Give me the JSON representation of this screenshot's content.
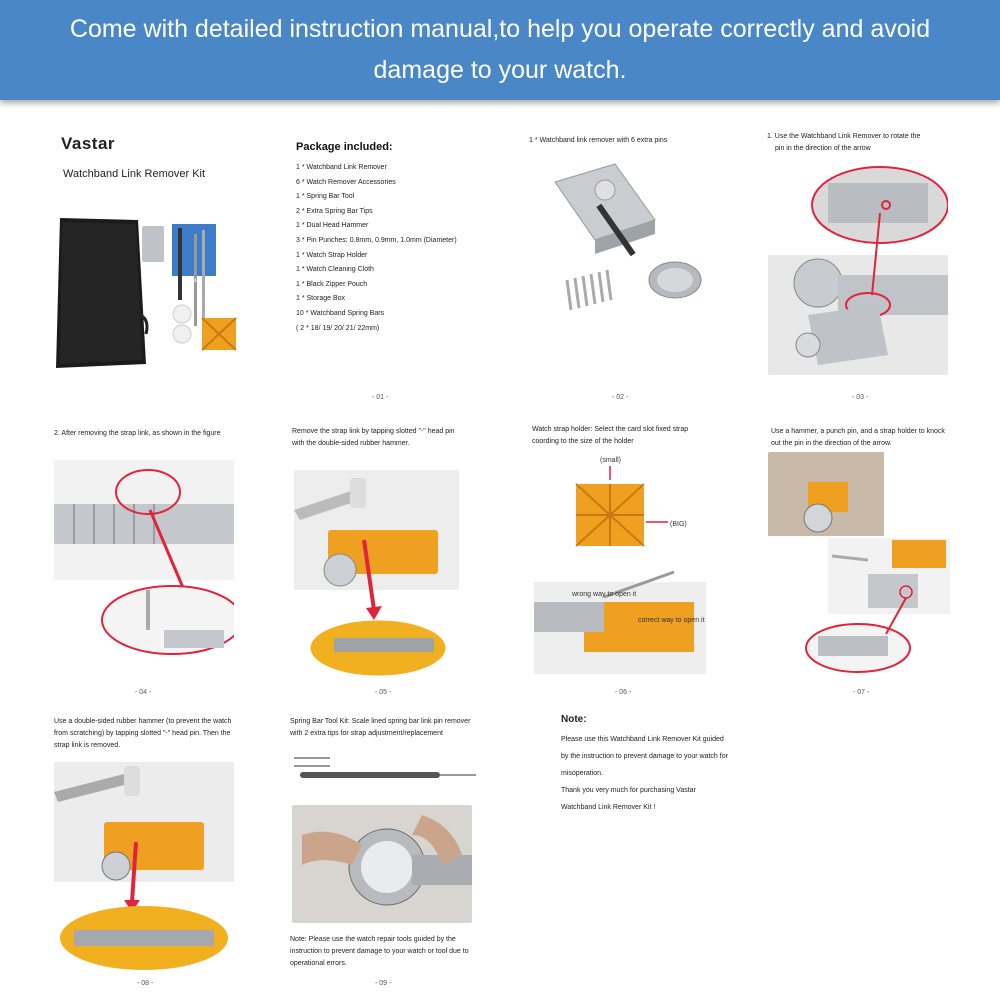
{
  "banner": {
    "line1": "Come with detailed instruction manual,to help you operate correctly and avoid",
    "line2": "damage to your watch."
  },
  "page1": {
    "brand": "Vastar",
    "title": "Watchband Link Remover Kit",
    "num": "- 01 -"
  },
  "page2": {
    "heading": "Package included:",
    "items": [
      "1 * Watchband Link Remover",
      "6 * Watch Remover Accessories",
      "1 * Spring Bar Tool",
      "2 * Extra Spring Bar Tips",
      "1 * Dual Head Hammer",
      "3 * Pin Punches: 0.8mm, 0.9mm, 1.0mm (Diameter)",
      "1 * Watch Strap Holder",
      "1 * Watch Cleaning Cloth",
      "1 * Black Zipper Pouch",
      "1 * Storage Box",
      "10 * Watchband  Spring Bars",
      "( 2 * 18/ 19/ 20/ 21/ 22mm)"
    ]
  },
  "page3": {
    "caption": "1 * Watchband link remover with 6 extra pins",
    "num": "- 02 -"
  },
  "page4": {
    "line1": "1. Use the Watchband Link Remover to rotate the",
    "line2": "pin in the direction of the arrow",
    "num": "- 03 -"
  },
  "page5": {
    "caption": "2. After removing the strap link, as shown in the figure",
    "num": "- 04 -"
  },
  "page6": {
    "line1": "Remove the strap link by tapping slotted \"-\" head pin",
    "line2": "with the double-sided rubber hammer.",
    "num": "- 05 -"
  },
  "page7": {
    "line1": "Watch strap holder: Select the card slot fixed strap",
    "line2": "coording to the size of the holder",
    "small_label": "(small)",
    "big_label": "(BIG)",
    "wrong_label": "wrong way to open it",
    "correct_label": "correct way to open it",
    "num": "- 06 -"
  },
  "page8": {
    "line1": "Use a hammer, a punch pin, and a strap holder to knock",
    "line2": "out the pin in the direction of the arrow.",
    "num": "- 07 -"
  },
  "page9": {
    "line1": "Use a double-sided rubber hammer (to prevent the watch",
    "line2": "from scratching) by tapping slotted \"-\" head pin. Then the",
    "line3": "strap link is removed.",
    "num": "- 08 -"
  },
  "page10": {
    "line1": "Spring Bar Tool Kit: Scale lined spring bar link pin remover",
    "line2": "with 2 extra tips for strap adjustment/replacement",
    "note1": "Note: Please use the watch repair tools guided by the",
    "note2": "instruction to prevent damage to your watch or tool due to",
    "note3": "operational errors.",
    "num": "- 09 -"
  },
  "page11": {
    "title": "Note:",
    "lines": [
      "Please use this Watchband Link Remover Kit guided",
      "by the instruction to prevent damage to your watch for",
      "misoperation.",
      "Thank you very much for purchasing Vastar",
      "Watchband Link Remover Kit !"
    ]
  },
  "colors": {
    "banner": "#4a87c7",
    "accent_red": "#e0243b",
    "holder_orange": "#f0a020"
  }
}
